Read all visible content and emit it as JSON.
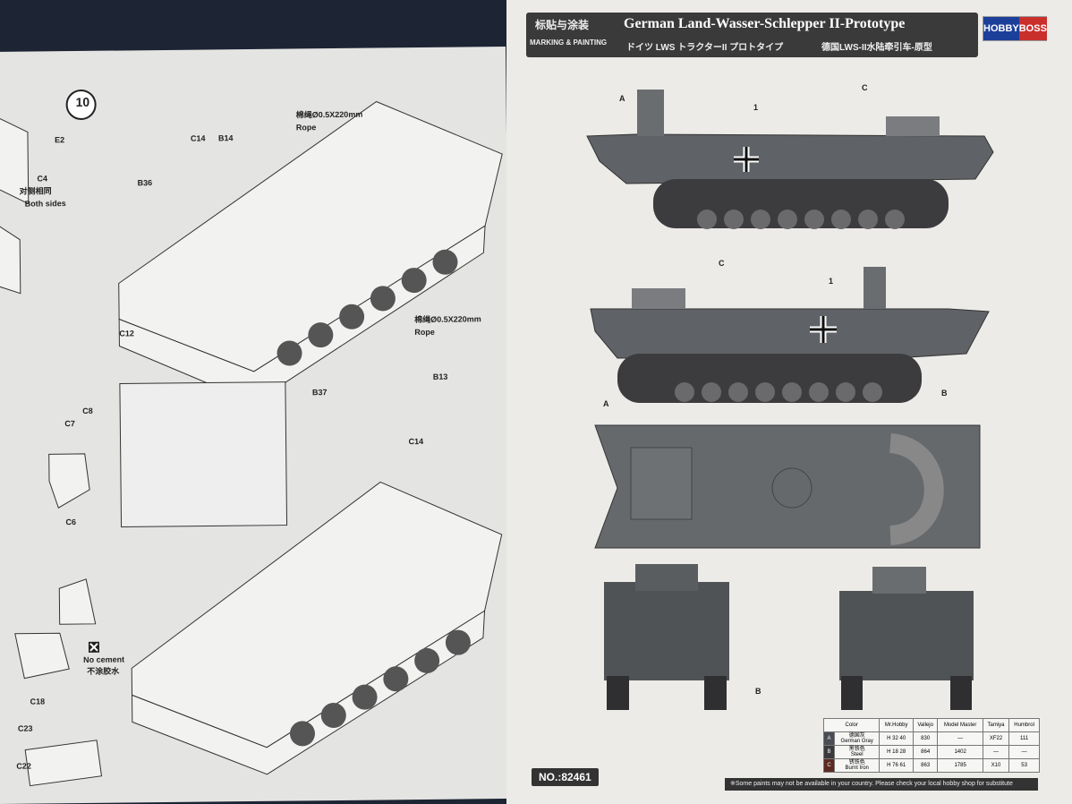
{
  "left_page": {
    "step_number": "10",
    "labels": {
      "e2": "E2",
      "c4": "C4",
      "both_sides_cn": "对侧相同",
      "both_sides_en": "Both sides",
      "c14_top": "C14",
      "b14": "B14",
      "b36": "B36",
      "c12": "C12",
      "b37": "B37",
      "rope_spec_1": "棉绳Ø0.5X220mm",
      "rope_1": "Rope",
      "rope_spec_2": "棉绳Ø0.5X220mm",
      "rope_2": "Rope",
      "b13": "B13",
      "c14_bottom": "C14",
      "c7": "C7",
      "c8": "C8",
      "c6": "C6",
      "no_cement_en": "No cement",
      "no_cement_cn": "不涂胶水",
      "c18": "C18",
      "c23": "C23",
      "c22": "C22"
    }
  },
  "right_page": {
    "header": {
      "section_cn": "标贴与涂装",
      "section_en": "MARKING & PAINTING",
      "title": "German Land-Wasser-Schlepper II-Prototype",
      "subtitle_jp": "ドイツ LWS トラクターII プロトタイプ",
      "subtitle_cn": "德国LWS-II水陆牵引车-原型",
      "logo_left": "HOBBY",
      "logo_right": "BOSS"
    },
    "callouts": {
      "a1": "A",
      "one1": "1",
      "c1": "C",
      "c2": "C",
      "one2": "1",
      "b1": "B",
      "a2": "A",
      "b2": "B"
    },
    "color_table": {
      "headers": [
        "Color",
        "Mr.Hobby",
        "Vallejo",
        "Model Master",
        "Tamiya",
        "Humbrol"
      ],
      "rows": [
        {
          "key": "A",
          "swatch": "#4a4d55",
          "name_cn": "德国灰",
          "name_en": "German Gray",
          "mr_hobby": "H 32 40",
          "vallejo": "830",
          "model_master": "—",
          "tamiya": "XF22",
          "humbrol": "111"
        },
        {
          "key": "B",
          "swatch": "#3a3a3e",
          "name_cn": "黑铁色",
          "name_en": "Steel",
          "mr_hobby": "H 18 28",
          "vallejo": "864",
          "model_master": "1402",
          "tamiya": "—",
          "humbrol": "—"
        },
        {
          "key": "C",
          "swatch": "#5a2a22",
          "name_cn": "锈铁色",
          "name_en": "Burnt Iron",
          "mr_hobby": "H 76 61",
          "vallejo": "863",
          "model_master": "1785",
          "tamiya": "X10",
          "humbrol": "53"
        }
      ]
    },
    "part_number": "NO.:82461",
    "footnote": "※Some paints may not be available in your country. Please check your local hobby shop for substitute"
  }
}
